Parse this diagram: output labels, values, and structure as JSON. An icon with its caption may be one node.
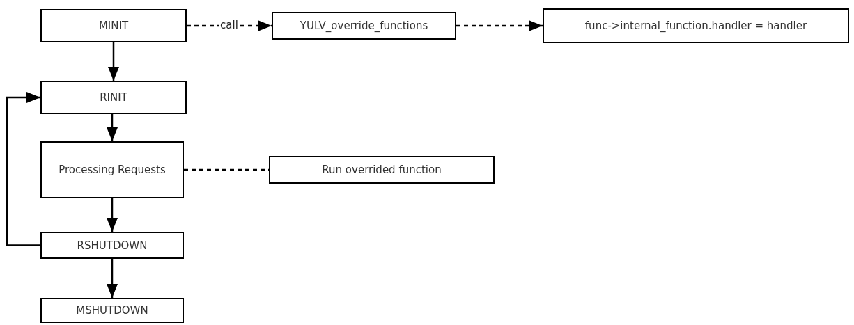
{
  "diagram": {
    "nodes": [
      {
        "text": [
          "MINIT"
        ]
      },
      {
        "text": [
          "YULV_override_functions"
        ]
      },
      {
        "text": [
          "func->internal_function.handler = handler"
        ]
      },
      {
        "text": [
          "RINIT"
        ]
      },
      {
        "text": [
          "Processing Requests"
        ]
      },
      {
        "text": [
          "Run overrided function"
        ]
      },
      {
        "text": [
          "RSHUTDOWN"
        ]
      },
      {
        "text": [
          "MSHUTDOWN"
        ]
      }
    ],
    "edges": [
      {
        "from": 0,
        "to": 1,
        "arrow": "to",
        "label": "call",
        "style": "dashed"
      },
      {
        "from": 1,
        "to": 2,
        "arrow": "to",
        "style": "dashed"
      },
      {
        "from": 0,
        "to": 3,
        "arrow": "to"
      },
      {
        "from": 3,
        "to": 4,
        "arrow": "to"
      },
      {
        "from": 4,
        "to": 5,
        "arrow": "none",
        "style": "dashed"
      },
      {
        "from": 4,
        "to": 6,
        "arrow": "to"
      },
      {
        "from": 6,
        "to": 3,
        "arrow": "to"
      },
      {
        "from": 6,
        "to": 7,
        "arrow": "to"
      }
    ]
  }
}
